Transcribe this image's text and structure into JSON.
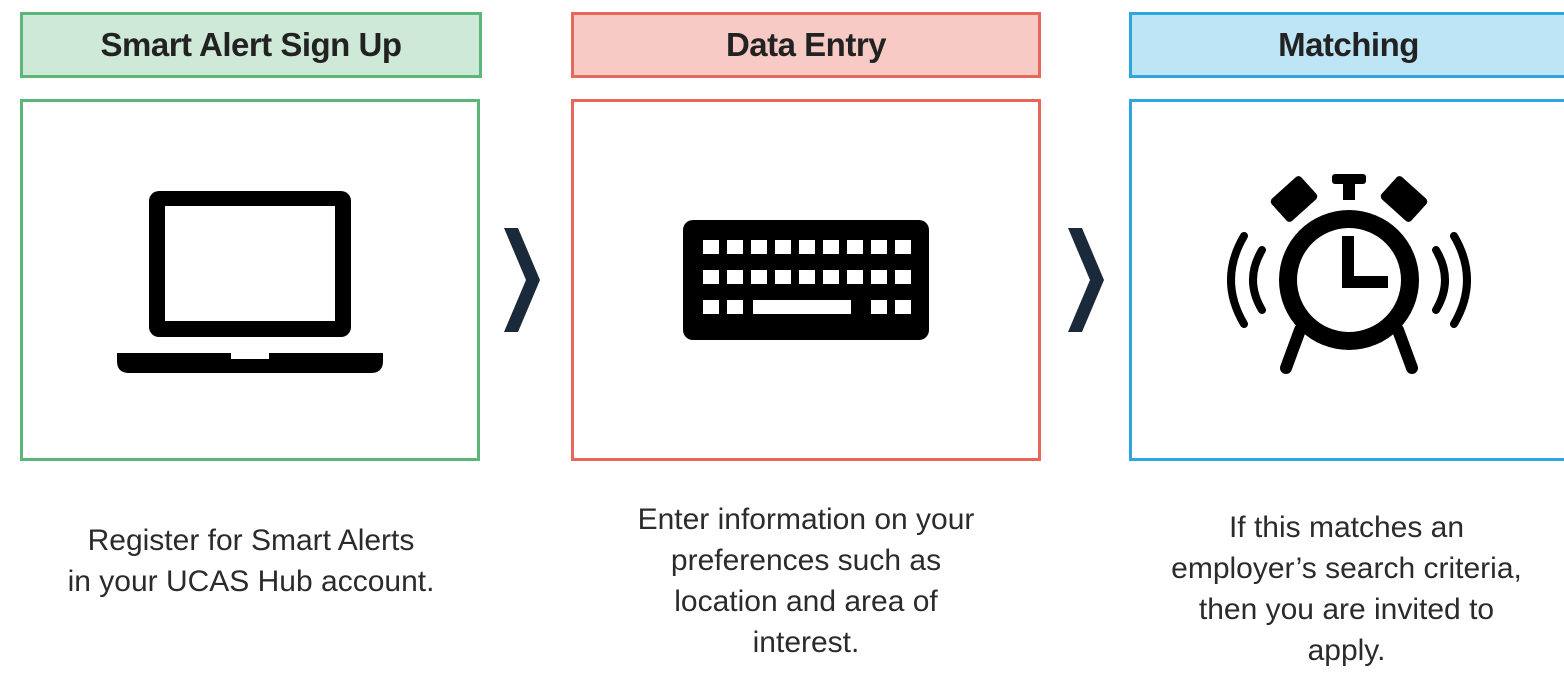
{
  "steps": [
    {
      "title": "Smart Alert Sign Up",
      "icon": "laptop-icon",
      "description": [
        "Register for Smart Alerts",
        "in your UCAS Hub account."
      ],
      "color_border": "#5cb67a",
      "color_fill": "#cfe9d8"
    },
    {
      "title": "Data Entry",
      "icon": "keyboard-icon",
      "description": [
        "Enter information on your",
        "preferences such as",
        "location and area of",
        "interest."
      ],
      "color_border": "#e8675d",
      "color_fill": "#f7cac5"
    },
    {
      "title": "Matching",
      "icon": "alarm-clock-icon",
      "description": [
        "If this matches an",
        "employer’s search criteria,",
        "then you are invited to",
        "apply."
      ],
      "color_border": "#2fa5de",
      "color_fill": "#bde5f5"
    }
  ],
  "connector": {
    "icon": "chevron-right-icon",
    "color": "#1b2a3a"
  }
}
